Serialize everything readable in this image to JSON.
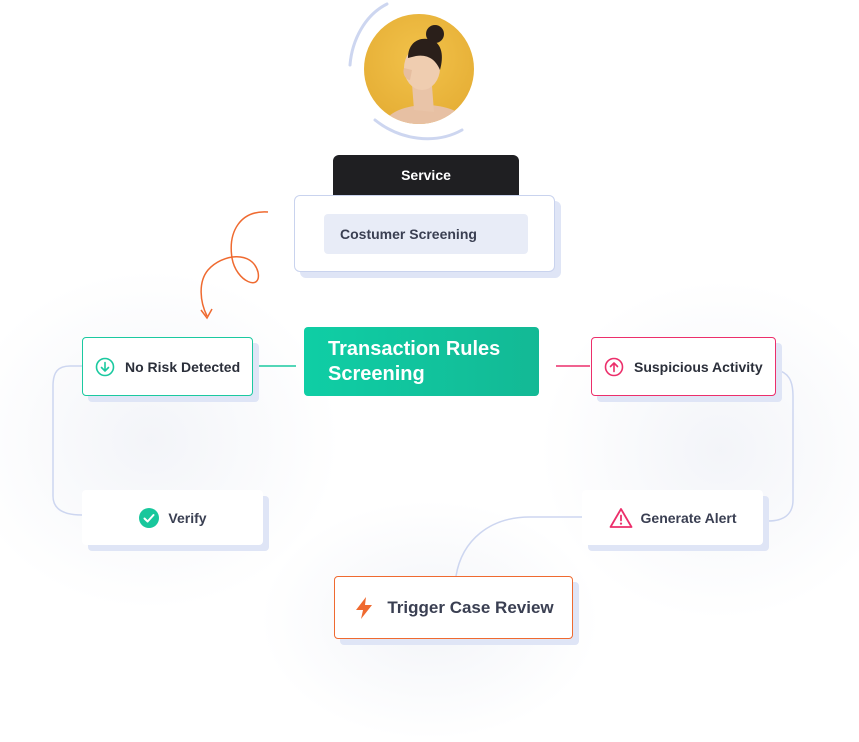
{
  "service": {
    "label": "Service"
  },
  "screening": {
    "label": "Costumer Screening"
  },
  "rules": {
    "line1": "Transaction Rules",
    "line2": "Screening"
  },
  "no_risk": {
    "label": "No Risk Detected",
    "icon": "arrow-down-circle-icon",
    "color": "#1bc9a0"
  },
  "suspicious": {
    "label": "Suspicious Activity",
    "icon": "arrow-up-circle-icon",
    "color": "#ec2f6b"
  },
  "verify": {
    "label": "Verify",
    "icon": "check-circle-icon",
    "color": "#18c79c"
  },
  "generate_alert": {
    "label": "Generate Alert",
    "icon": "warning-triangle-icon",
    "color": "#ec2f6b"
  },
  "trigger": {
    "label": "Trigger Case Review",
    "icon": "lightning-bolt-icon",
    "color": "#ef6a30"
  }
}
